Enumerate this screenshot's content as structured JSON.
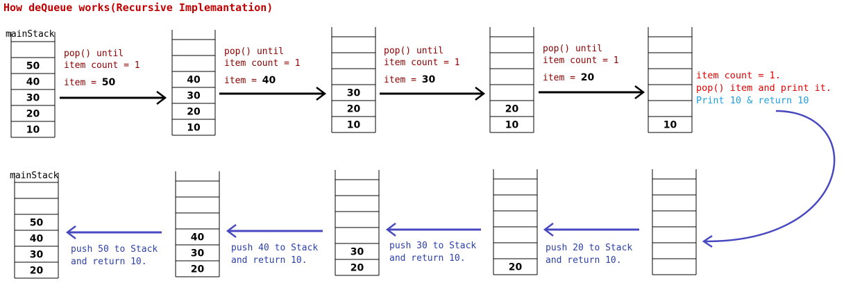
{
  "title": "How deQueue works(Recursive Implemantation)",
  "top_stack_label": "mainStack",
  "bottom_stack_label": "mainStack",
  "steps": [
    {
      "text1": "pop() until",
      "text2": "item count = 1",
      "item_prefix": "item =",
      "item_value": "50"
    },
    {
      "text1": "pop() until",
      "text2": "item count = 1",
      "item_prefix": "item =",
      "item_value": "40"
    },
    {
      "text1": "pop() until",
      "text2": "item count = 1",
      "item_prefix": "item =",
      "item_value": "30"
    },
    {
      "text1": "pop() until",
      "text2": "item count = 1",
      "item_prefix": "item =",
      "item_value": "20"
    }
  ],
  "base_case": {
    "line1": "item count = 1.",
    "line2": "pop() item and print it.",
    "line3": "Print 10 & return 10"
  },
  "push_steps": [
    {
      "line1": "push 50 to Stack",
      "line2": "and return 10."
    },
    {
      "line1": "push 40 to Stack",
      "line2": "and return 10."
    },
    {
      "line1": "push 30 to Stack",
      "line2": "and return 10."
    },
    {
      "line1": "push 20 to Stack",
      "line2": "and return 10."
    }
  ],
  "top_stacks": [
    [
      "",
      "50",
      "40",
      "30",
      "20",
      "10"
    ],
    [
      "",
      "",
      "40",
      "30",
      "20",
      "10"
    ],
    [
      "",
      "",
      "",
      "30",
      "20",
      "10"
    ],
    [
      "",
      "",
      "",
      "",
      "20",
      "10"
    ],
    [
      "",
      "",
      "",
      "",
      "",
      "10"
    ]
  ],
  "bottom_stacks": [
    [
      "",
      "",
      "50",
      "40",
      "30",
      "20"
    ],
    [
      "",
      "",
      "",
      "40",
      "30",
      "20"
    ],
    [
      "",
      "",
      "",
      "",
      "30",
      "20"
    ],
    [
      "",
      "",
      "",
      "",
      "",
      "20"
    ],
    [
      "",
      "",
      "",
      "",
      "",
      ""
    ]
  ],
  "colors": {
    "title": "#c00000",
    "step_text": "#8b0000",
    "base_red": "#e00000",
    "base_blue": "#1e9ee0",
    "push_text": "#2b3fa8",
    "forward_arrow": "#000000",
    "return_arrow": "#4848c0"
  }
}
